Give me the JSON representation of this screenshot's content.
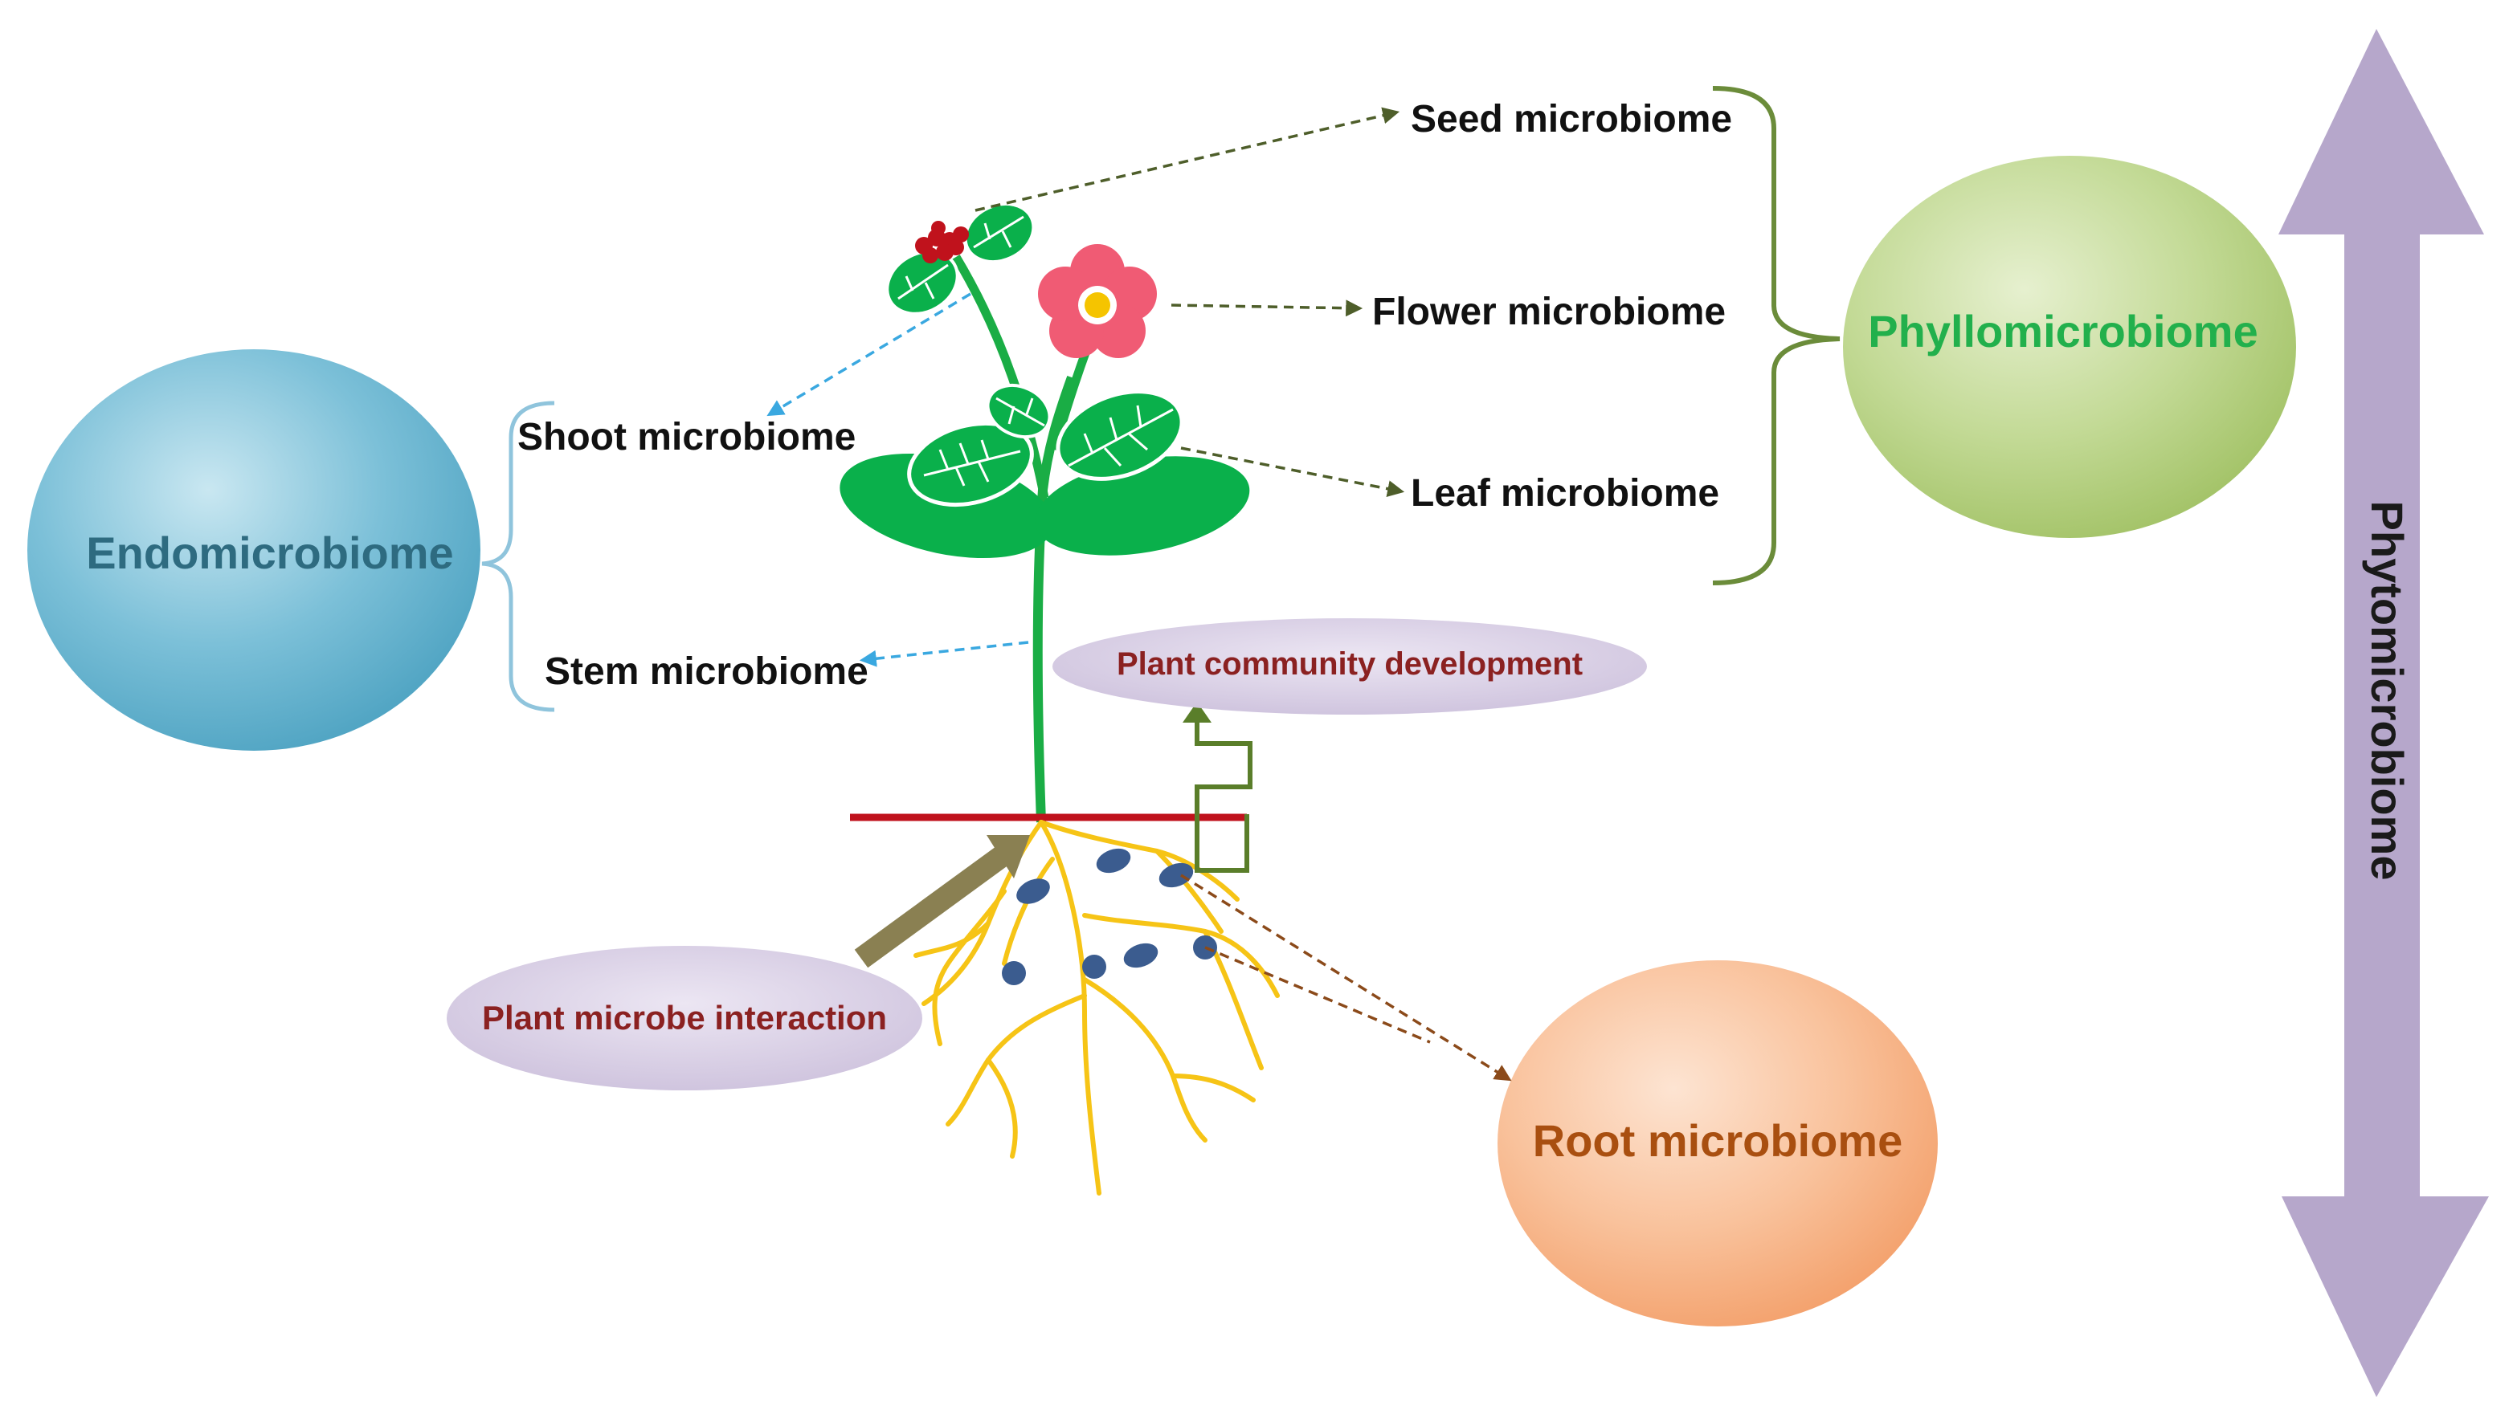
{
  "labels": {
    "seed": "Seed microbiome",
    "flower": "Flower microbiome",
    "leaf": "Leaf microbiome",
    "shoot": "Shoot microbiome",
    "stem": "Stem microbiome",
    "root": "Root microbiome",
    "endo": "Endomicrobiome",
    "phyllo": "Phyllomicrobiome",
    "phyto": "Phytomicrobiome",
    "community": "Plant community development",
    "interaction": "Plant microbe interaction"
  },
  "colors": {
    "endo_circle": "#5fb1cc",
    "endo_text": "#2e6b80",
    "phyllo_circle": "#b3cf7c",
    "phyllo_text": "#22b04c",
    "root_circle": "#f7b487",
    "root_text": "#a94f10",
    "lavender": "#b6a7cb",
    "dark_red_text": "#8b2121",
    "stem_green": "#1aad45",
    "leaf_green": "#0ab04b",
    "petal_pink": "#f05b74",
    "root_yellow": "#f6c416",
    "microbe_blue": "#3b5c8f",
    "soil_line": "#c0121c",
    "bracket_green": "#6b8c3a",
    "olive_arrow": "#8a8052",
    "blue_dash": "#3aa8e0",
    "brown_dash": "#8b4a1a"
  }
}
